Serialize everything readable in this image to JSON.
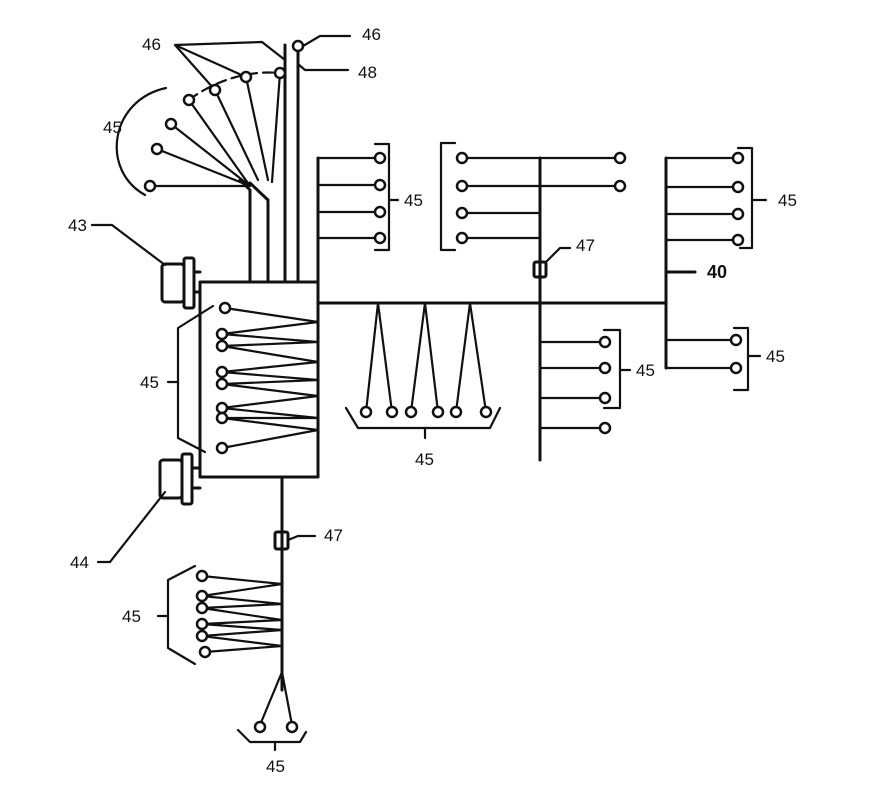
{
  "labels": {
    "harness": "40",
    "connector_top": "43",
    "connector_bottom": "44",
    "terminal": "45",
    "branch_top_a": "46",
    "branch_top_b": "46",
    "clip": "47",
    "trunk_line": "48"
  }
}
